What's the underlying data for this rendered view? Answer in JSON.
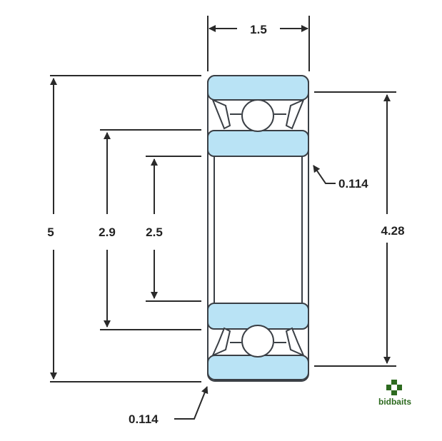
{
  "dimensions": {
    "width": "1.5",
    "outer_diameter": "5",
    "shoulder_diameter": "2.9",
    "bore": "2.5",
    "outer_race_diameter": "4.28",
    "chamfer_top": "0.114",
    "chamfer_bottom": "0.114"
  },
  "brand": {
    "name": "bidbaits",
    "logo_icon": "puzzle-cross-icon",
    "color": "#2d6a1f"
  },
  "colors": {
    "race_fill": "#b9e3f5",
    "outline": "#3a3f45",
    "line": "#2a2a2a"
  }
}
